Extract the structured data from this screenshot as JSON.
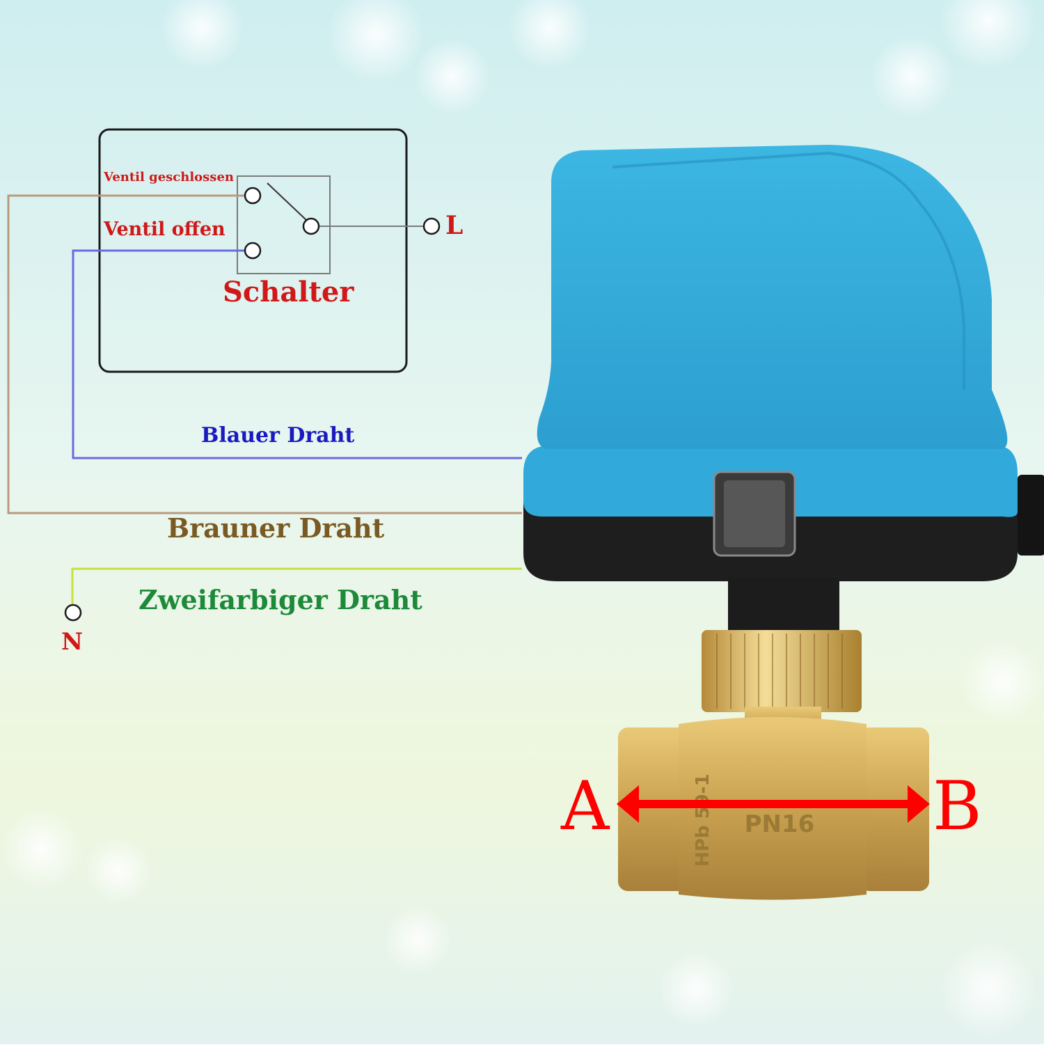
{
  "diagram": {
    "labels": {
      "valve_closed": "Ventil geschlossen",
      "valve_open": "Ventil offen",
      "switch": "Schalter",
      "live": "L",
      "blue_wire": "Blauer Draht",
      "brown_wire": "Brauner Draht",
      "two_color_wire": "Zweifarbiger Draht",
      "neutral": "N",
      "port_a": "A",
      "port_b": "B"
    },
    "valve_markings": {
      "rating": "PN16",
      "text": "HPb 59-1"
    },
    "colors": {
      "label_red": "#d01818",
      "blue_wire": "#6a6ae0",
      "blue_label": "#1a1ac0",
      "brown_wire": "#b89a80",
      "brown_label": "#7a5a22",
      "two_color_wire": "#c8e040",
      "two_color_label": "#1d8a3a",
      "actuator_blue": "#2fa8d8",
      "actuator_base": "#1e1e1e",
      "brass": "#c8a050",
      "arrow_red": "#ff0000"
    }
  }
}
